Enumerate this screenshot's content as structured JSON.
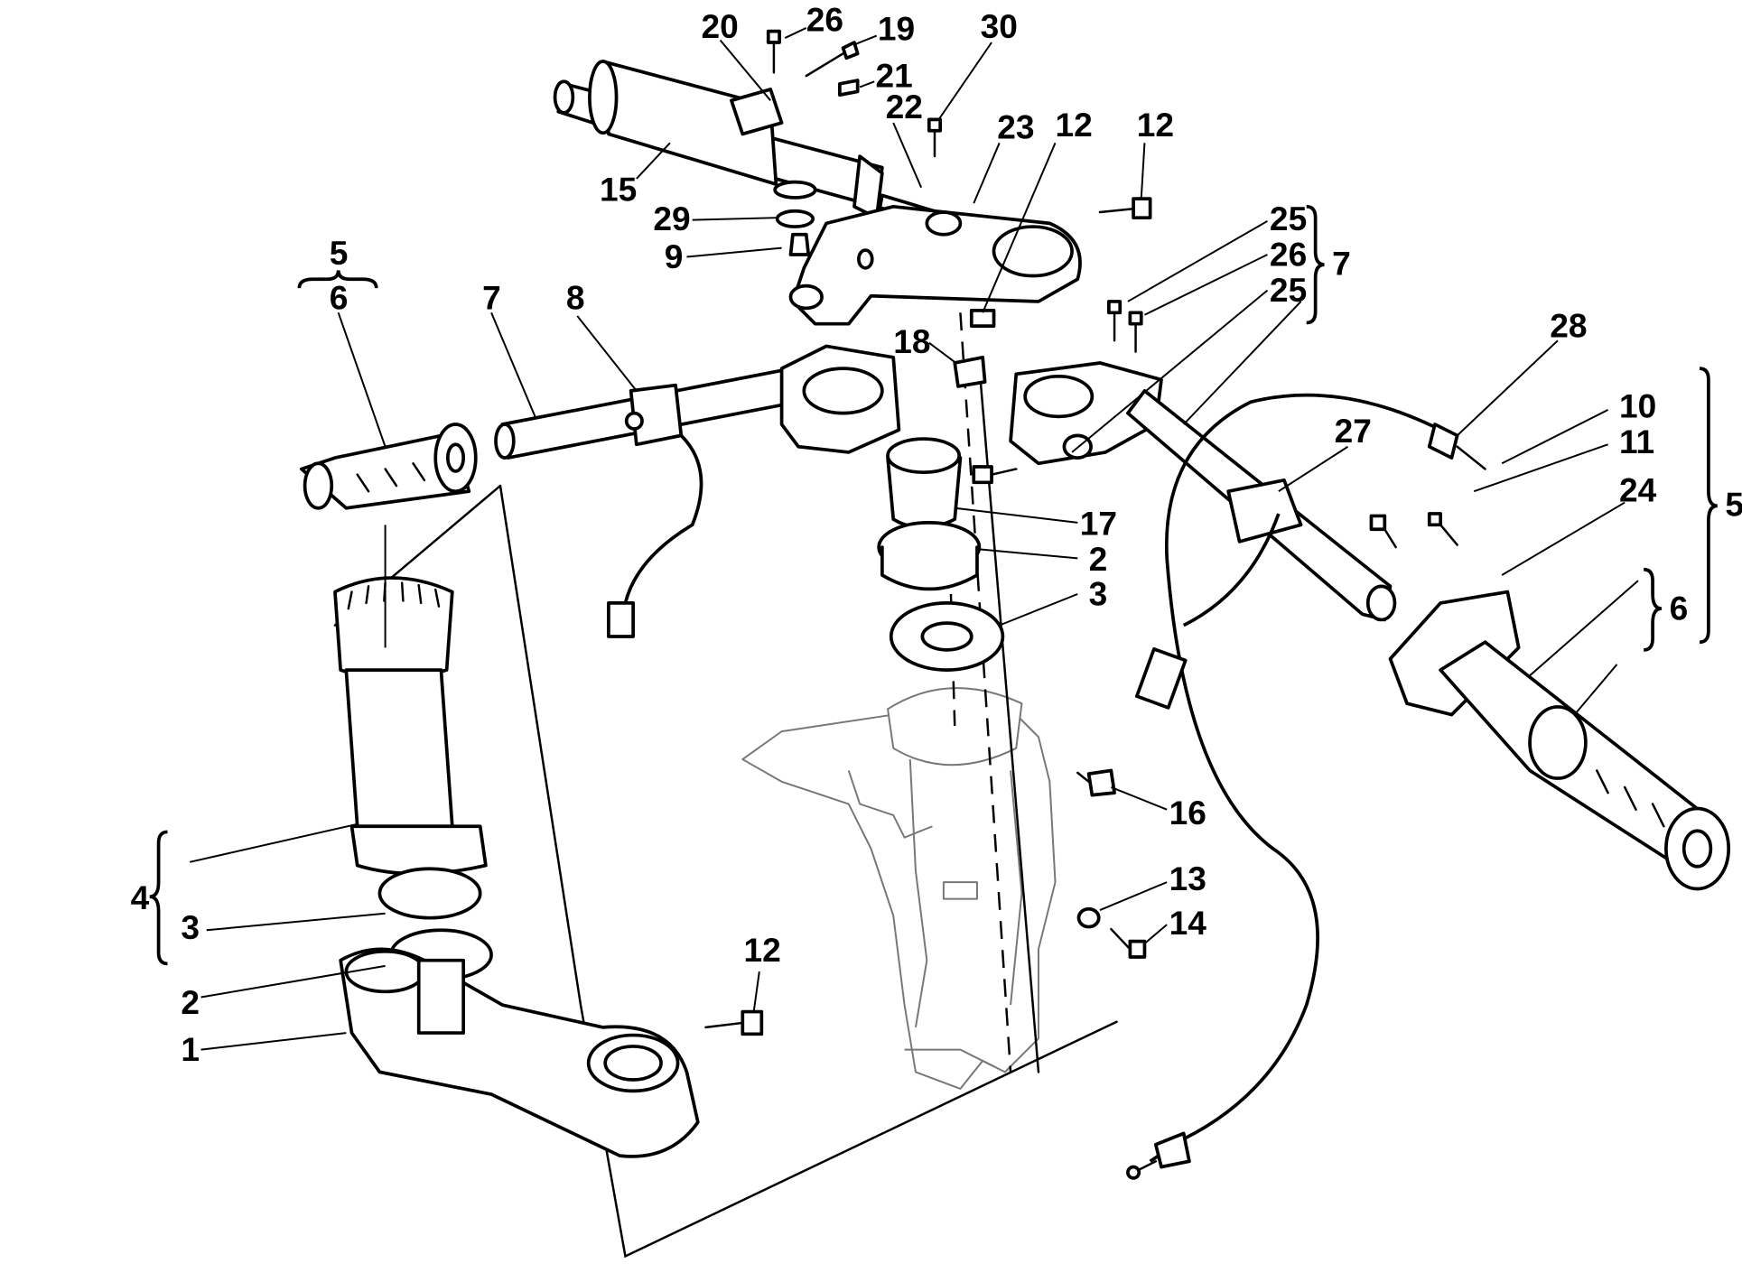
{
  "callouts": [
    {
      "id": "c20",
      "text": "20"
    },
    {
      "id": "c26a",
      "text": "26"
    },
    {
      "id": "c19",
      "text": "19"
    },
    {
      "id": "c30",
      "text": "30"
    },
    {
      "id": "c21",
      "text": "21"
    },
    {
      "id": "c22",
      "text": "22"
    },
    {
      "id": "c23",
      "text": "23"
    },
    {
      "id": "c12a",
      "text": "12"
    },
    {
      "id": "c12b",
      "text": "12"
    },
    {
      "id": "c15",
      "text": "15"
    },
    {
      "id": "c29",
      "text": "29"
    },
    {
      "id": "c9",
      "text": "9"
    },
    {
      "id": "c25a",
      "text": "25"
    },
    {
      "id": "c26b",
      "text": "26"
    },
    {
      "id": "c7r",
      "text": "7"
    },
    {
      "id": "c25b",
      "text": "25"
    },
    {
      "id": "c5a",
      "text": "5"
    },
    {
      "id": "c6a",
      "text": "6"
    },
    {
      "id": "c7",
      "text": "7"
    },
    {
      "id": "c8",
      "text": "8"
    },
    {
      "id": "c18",
      "text": "18"
    },
    {
      "id": "c28",
      "text": "28"
    },
    {
      "id": "c10",
      "text": "10"
    },
    {
      "id": "c11",
      "text": "11"
    },
    {
      "id": "c24",
      "text": "24"
    },
    {
      "id": "c5b",
      "text": "5"
    },
    {
      "id": "c27",
      "text": "27"
    },
    {
      "id": "c17",
      "text": "17"
    },
    {
      "id": "c2a",
      "text": "2"
    },
    {
      "id": "c3a",
      "text": "3"
    },
    {
      "id": "c6b",
      "text": "6"
    },
    {
      "id": "c16",
      "text": "16"
    },
    {
      "id": "c4",
      "text": "4"
    },
    {
      "id": "c3b",
      "text": "3"
    },
    {
      "id": "c13",
      "text": "13"
    },
    {
      "id": "c14",
      "text": "14"
    },
    {
      "id": "c12c",
      "text": "12"
    },
    {
      "id": "c2b",
      "text": "2"
    },
    {
      "id": "c1",
      "text": "1"
    }
  ],
  "colors": {
    "ink": "#000000",
    "ghost": "#777777",
    "paper": "#ffffff"
  }
}
